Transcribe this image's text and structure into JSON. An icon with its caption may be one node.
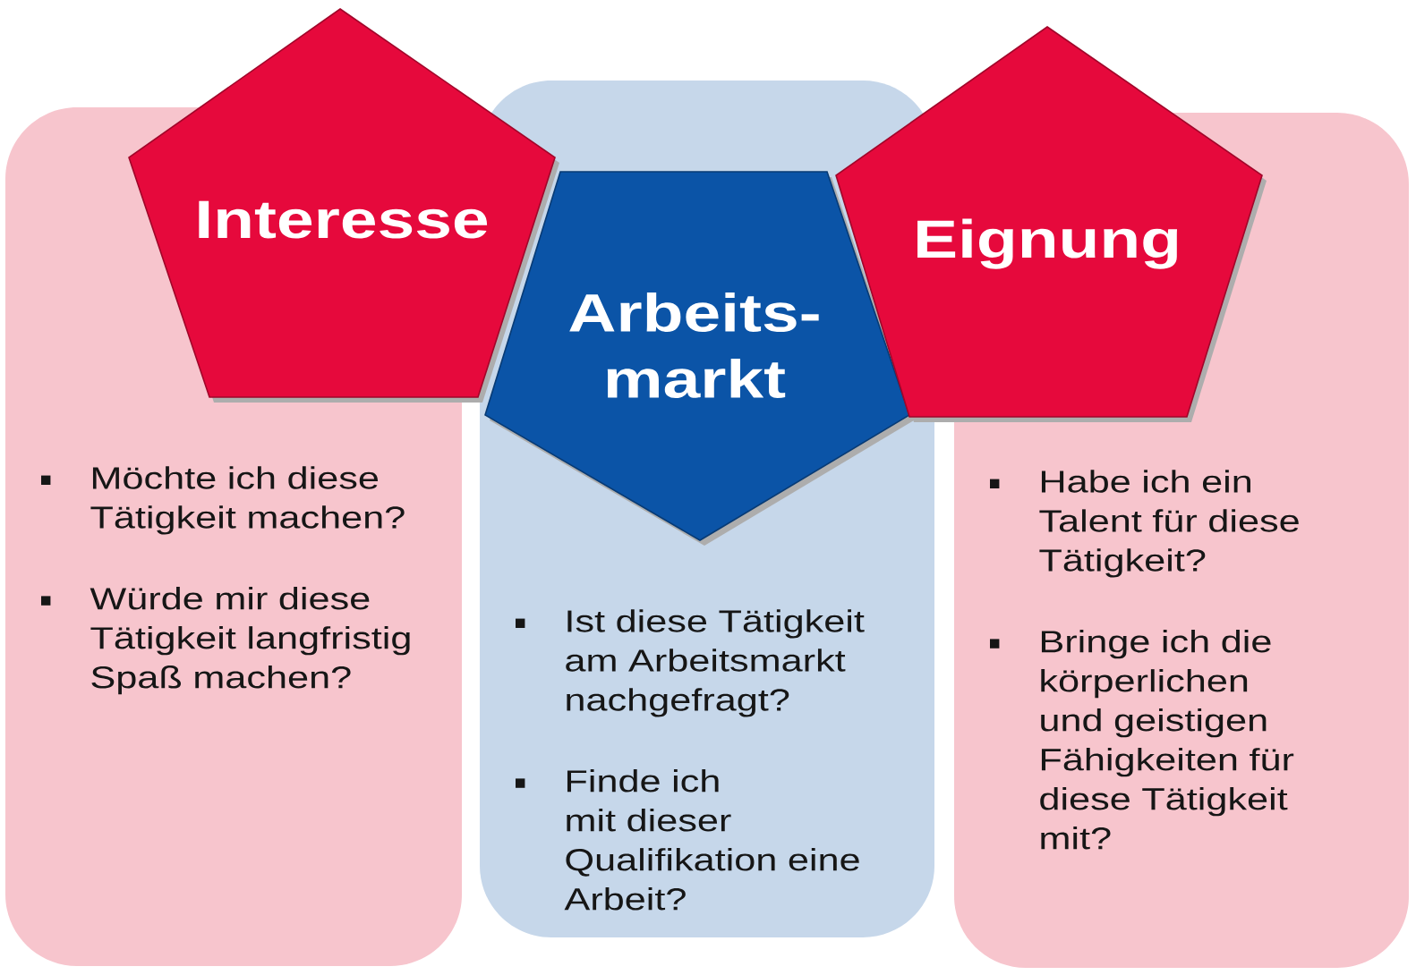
{
  "diagram": {
    "nodes": [
      {
        "text": [
          "Möchte ich diese Tätigkeit machen?",
          "Würde mir diese Tätigkeit langfristig Spaß machen?"
        ]
      },
      {
        "text": [
          "Interesse"
        ]
      },
      {
        "text": [
          "Ist diese Tätigkeit am Arbeitsmarkt nachgefragt?",
          "Finde ich mit dieser Qualifikation eine Arbeit?"
        ]
      },
      {
        "text": [
          "Arbeits- markt"
        ],
        "in": 2
      },
      {
        "text": [
          "Habe ich ein Talent für diese Tätigkeit?",
          "Bringe ich die körperlichen und geistigen Fähigkeiten für diese Tätigkeit mit?"
        ]
      },
      {
        "text": [
          "Eignung"
        ]
      }
    ]
  }
}
